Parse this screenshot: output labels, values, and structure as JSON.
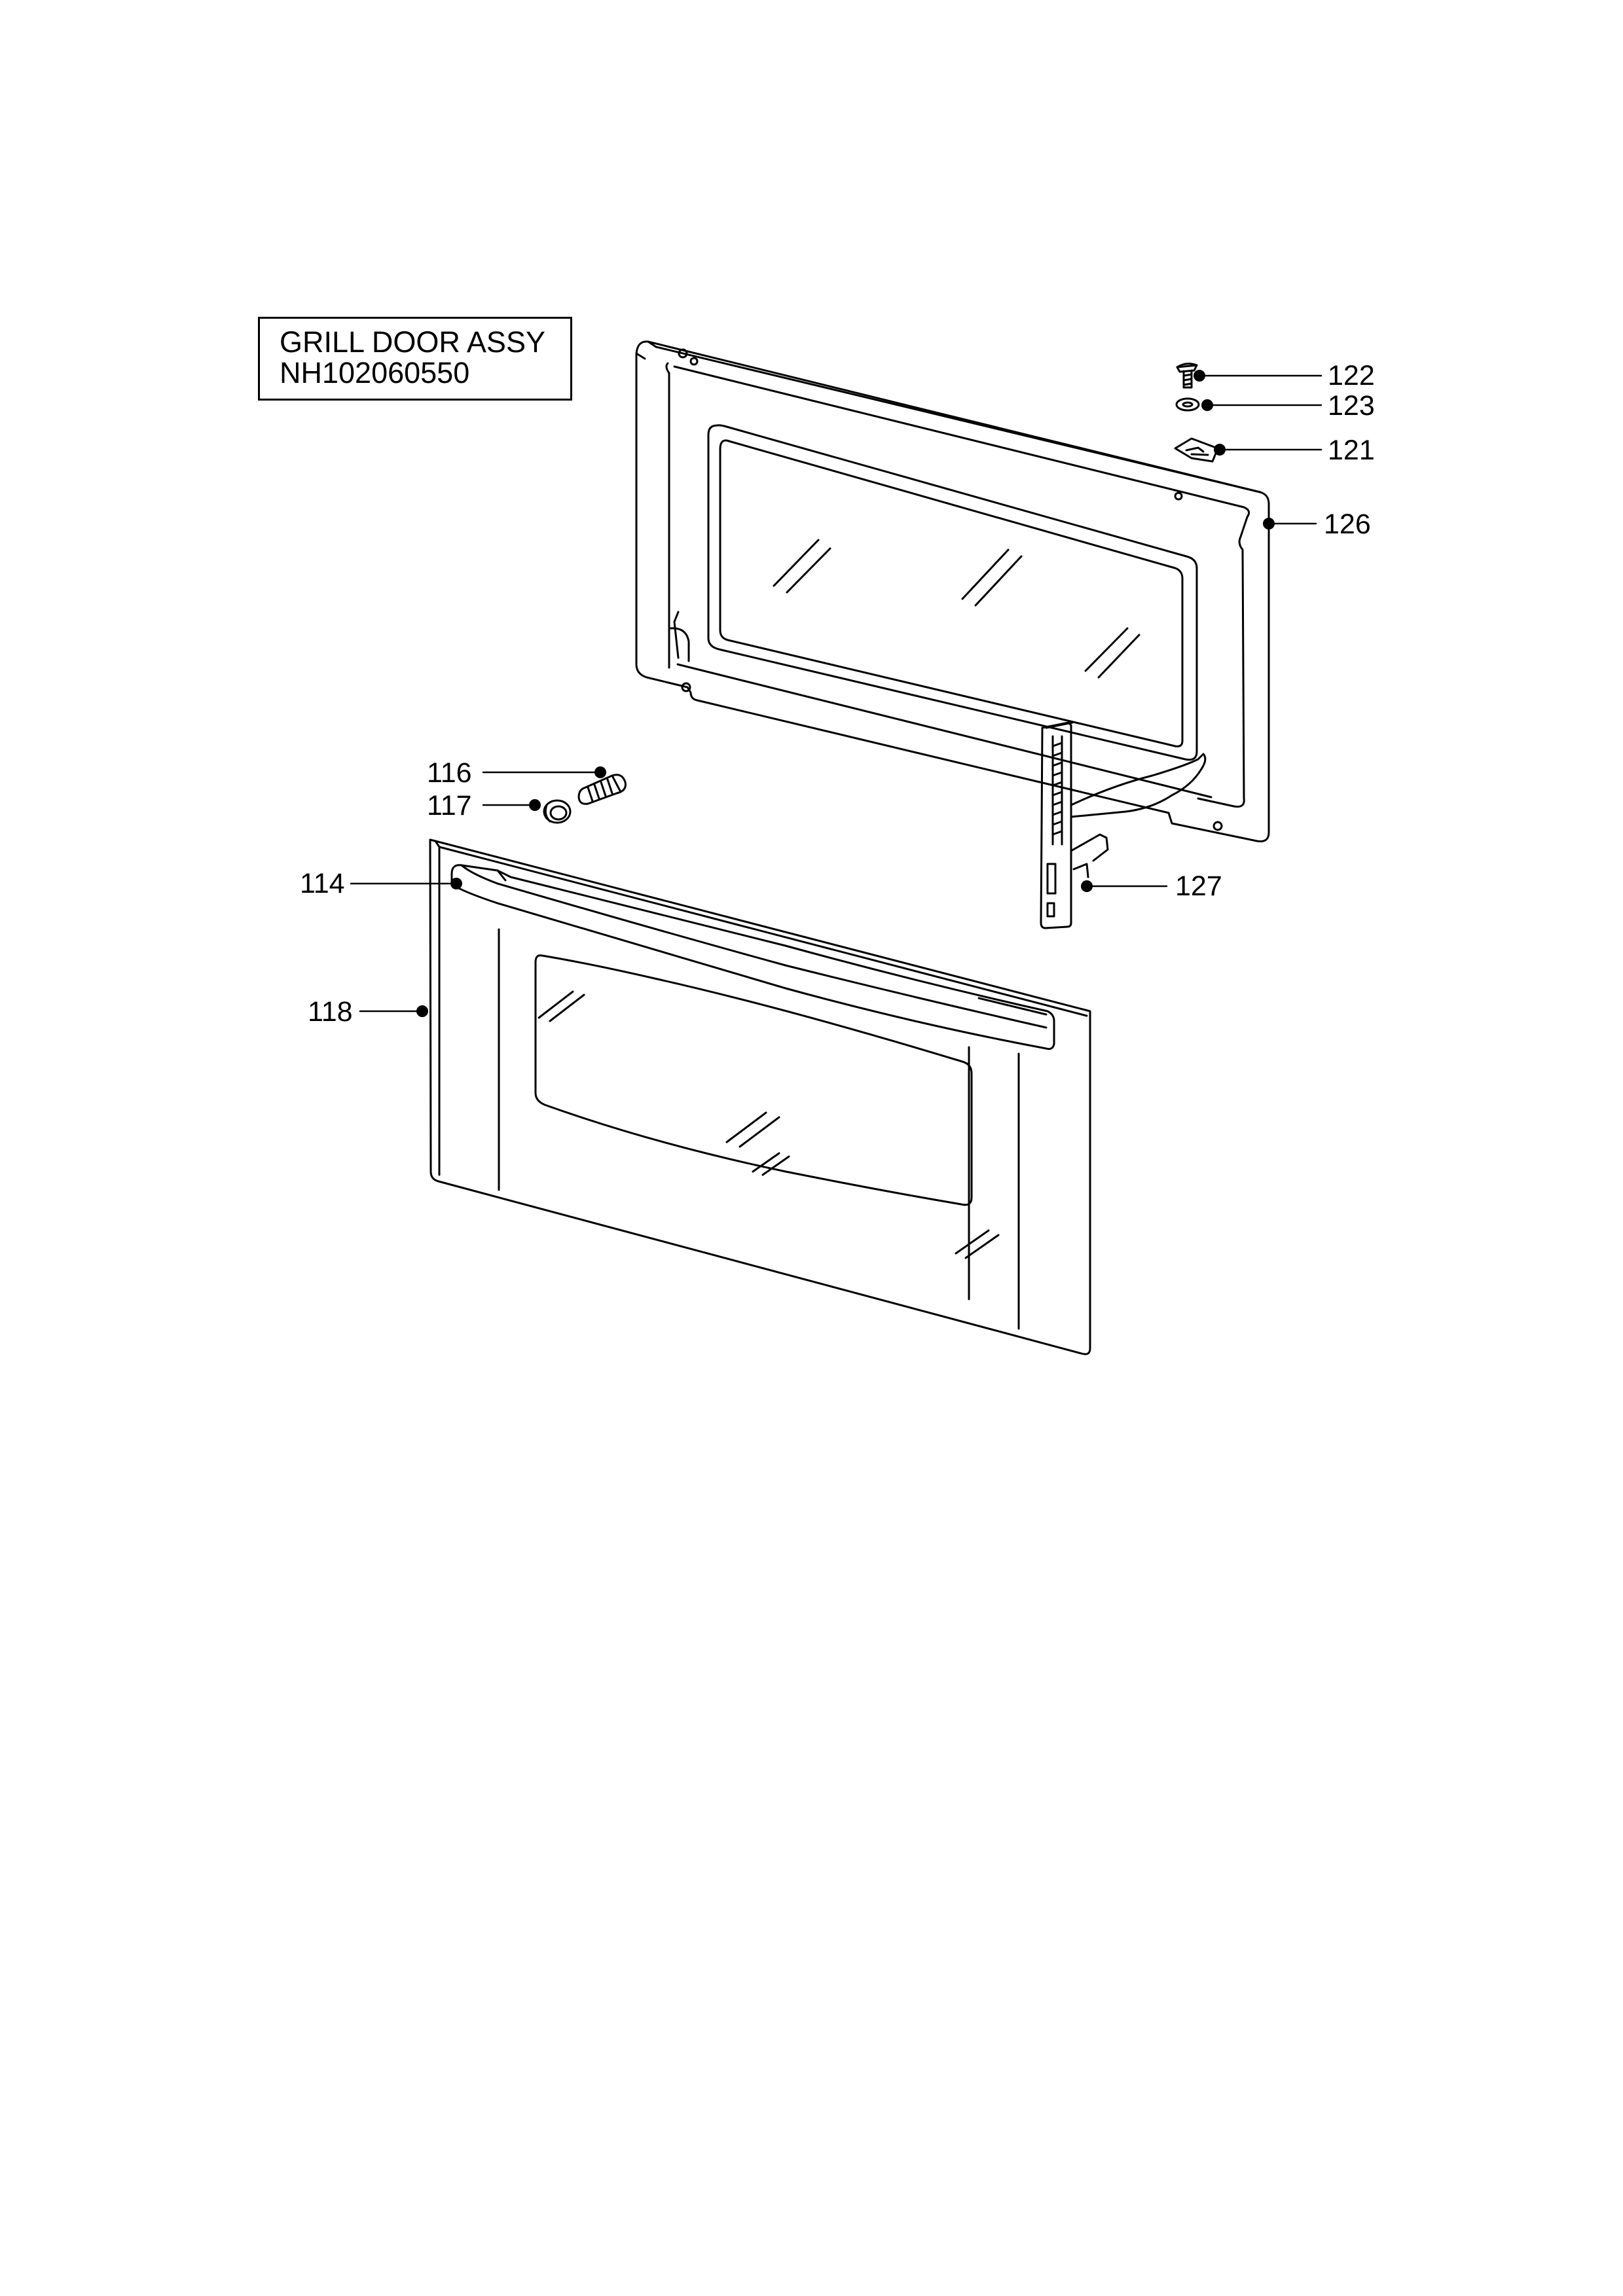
{
  "title_box": {
    "name": "GRILL DOOR ASSY",
    "code": "NH102060550"
  },
  "callouts": {
    "c122": "122",
    "c123": "123",
    "c121": "121",
    "c126": "126",
    "c116": "116",
    "c117": "117",
    "c114": "114",
    "c127": "127",
    "c118": "118"
  },
  "colors": {
    "line": "#000000",
    "background": "#ffffff"
  }
}
